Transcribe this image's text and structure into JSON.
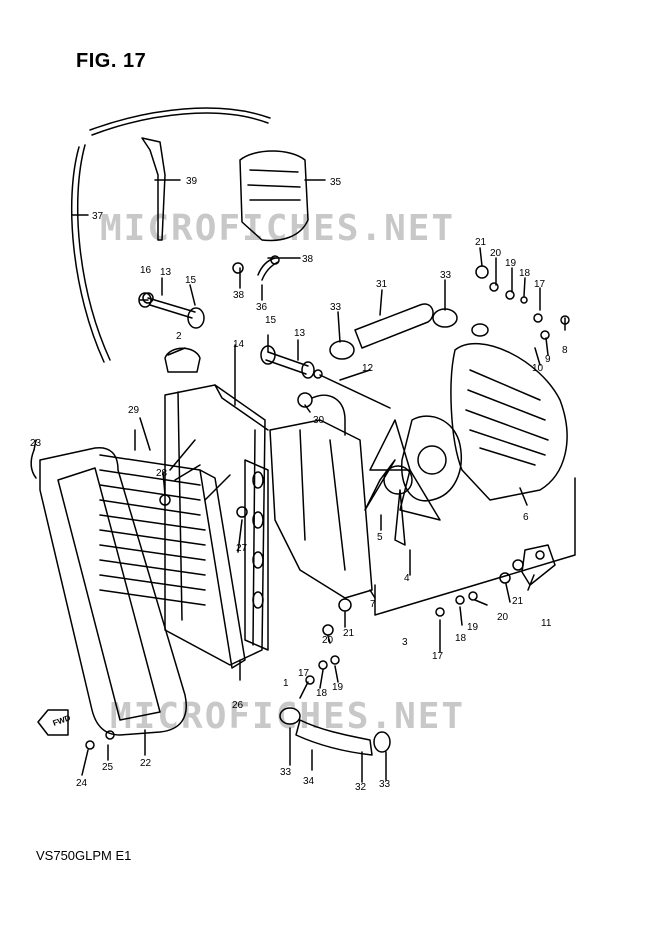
{
  "figure": {
    "title": "FIG. 17",
    "code": "VS750GLPM E1"
  },
  "watermark": "MICROFICHES.NET",
  "direction_label": "FWD",
  "colors": {
    "ink": "#000000",
    "watermark": "#c8c8c8",
    "paper": "#ffffff"
  },
  "callouts": [
    "1",
    "2",
    "3",
    "4",
    "5",
    "6",
    "7",
    "8",
    "9",
    "10",
    "11",
    "12",
    "13",
    "14",
    "15",
    "16",
    "17",
    "18",
    "19",
    "20",
    "21",
    "22",
    "23",
    "24",
    "25",
    "26",
    "27",
    "28",
    "29",
    "30",
    "31",
    "32",
    "33",
    "34",
    "35",
    "36",
    "37",
    "38",
    "39"
  ]
}
